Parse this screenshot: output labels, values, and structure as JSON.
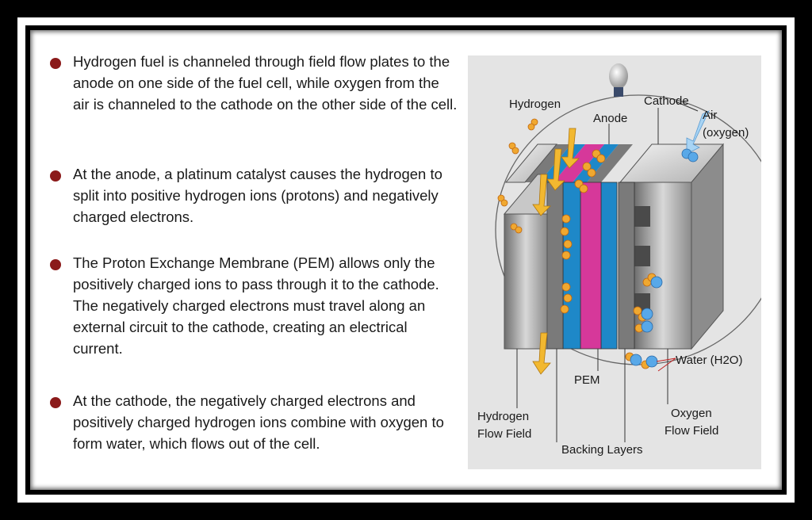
{
  "bullets": [
    {
      "text": "Hydrogen fuel is channeled through field flow plates to the anode on one side of the fuel cell, while oxygen from the air is channeled to the cathode on the other side of the cell."
    },
    {
      "text": "At the anode, a platinum catalyst causes the hydrogen to split into positive hydrogen ions (protons) and negatively charged electrons."
    },
    {
      "text": "The Proton Exchange Membrane (PEM) allows only the positively charged ions to pass through it to the cathode. The negatively charged electrons must travel along an external circuit to the cathode, creating an electrical current."
    },
    {
      "text": "At the cathode, the negatively charged electrons and positively charged hydrogen ions combine with oxygen to form water, which flows out of the cell."
    }
  ],
  "diagram": {
    "labels": {
      "hydrogen": "Hydrogen",
      "cathode": "Cathode",
      "anode": "Anode",
      "air1": "Air",
      "air2": "(oxygen)",
      "water": "Water (H2O)",
      "pem": "PEM",
      "hff1": "Hydrogen",
      "hff2": "Flow Field",
      "off1": "Oxygen",
      "off2": "Flow Field",
      "backing": "Backing Layers"
    },
    "colors": {
      "pem": "#d6389a",
      "electrode": "#1e88c8",
      "plate": "#9a9a9a",
      "particle": "#f0a830",
      "oxygen": "#58a8e8",
      "background": "#e4e4e4"
    }
  }
}
